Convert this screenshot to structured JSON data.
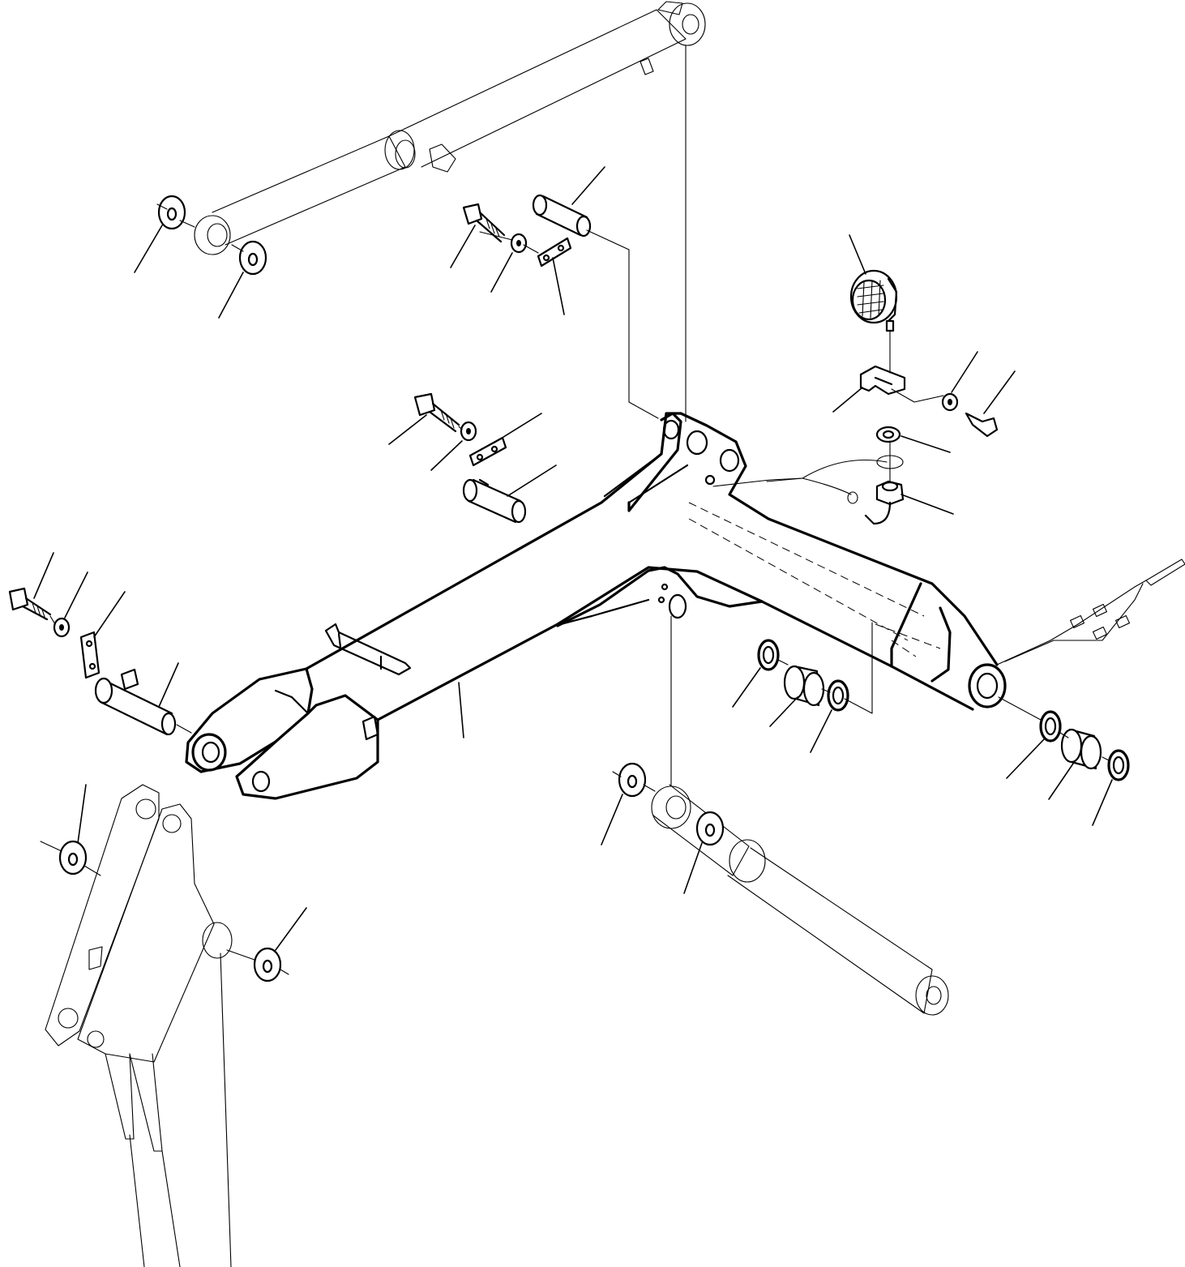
{
  "drawing": {
    "colors": {
      "line": "#000000",
      "background": "#ffffff"
    },
    "parts": [
      {
        "name": "boom-arm",
        "icon": "boom-arm-icon"
      },
      {
        "name": "boom-cylinder",
        "icon": "hydraulic-cylinder-icon"
      },
      {
        "name": "arm-cylinder",
        "icon": "hydraulic-cylinder-icon"
      },
      {
        "name": "work-lamp",
        "icon": "lamp-icon"
      },
      {
        "name": "lamp-bracket",
        "icon": "bracket-icon"
      },
      {
        "name": "lamp-nut",
        "icon": "nut-icon"
      },
      {
        "name": "pins",
        "icon": "pin-icon"
      },
      {
        "name": "bolts",
        "icon": "bolt-icon"
      },
      {
        "name": "washers",
        "icon": "washer-icon"
      },
      {
        "name": "lock-plates",
        "icon": "plate-icon"
      },
      {
        "name": "bushings",
        "icon": "bushing-icon"
      },
      {
        "name": "seals",
        "icon": "seal-icon"
      },
      {
        "name": "swing-bracket",
        "icon": "bracket-icon"
      },
      {
        "name": "lamp-harness",
        "icon": "wire-icon"
      }
    ]
  }
}
